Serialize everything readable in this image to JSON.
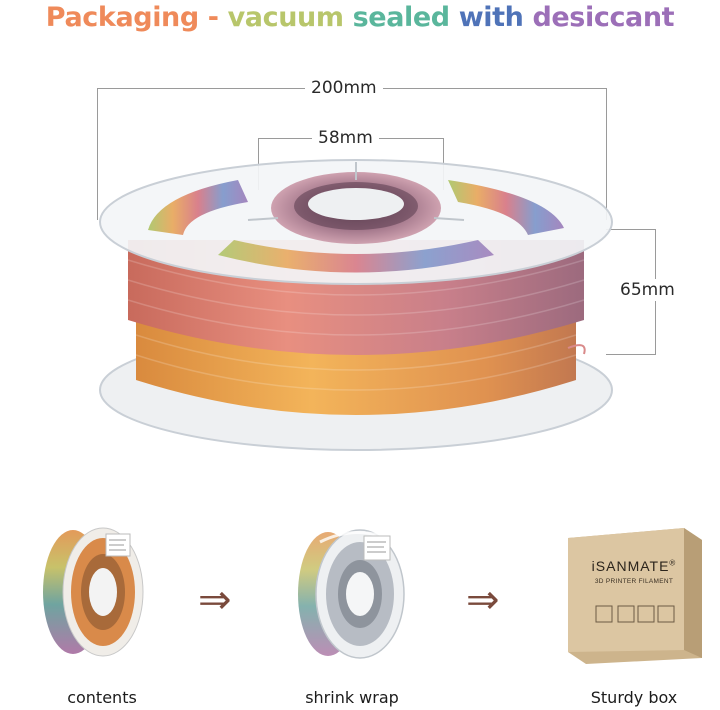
{
  "header": {
    "title_parts": [
      "Packaging - ",
      "vacuum ",
      "sealed ",
      "with ",
      "desiccant"
    ]
  },
  "dimensions": {
    "outer_diameter": "200mm",
    "inner_diameter": "58mm",
    "width": "65mm"
  },
  "steps": [
    {
      "label": "contents"
    },
    {
      "label": "shrink wrap"
    },
    {
      "label": "Sturdy box"
    }
  ],
  "box": {
    "brand": "iSANMATE",
    "registered": "®",
    "subtitle": "3D PRINTER FILAMENT"
  },
  "arrows": [
    "⇒",
    "⇒"
  ],
  "colors": {
    "title_orange": "#ef8a5a",
    "title_green": "#b8c66b",
    "title_teal": "#5ab69c",
    "title_blue": "#4f73b8",
    "title_purple": "#9c6fb8",
    "box_kraft": "#d9c3a0"
  }
}
